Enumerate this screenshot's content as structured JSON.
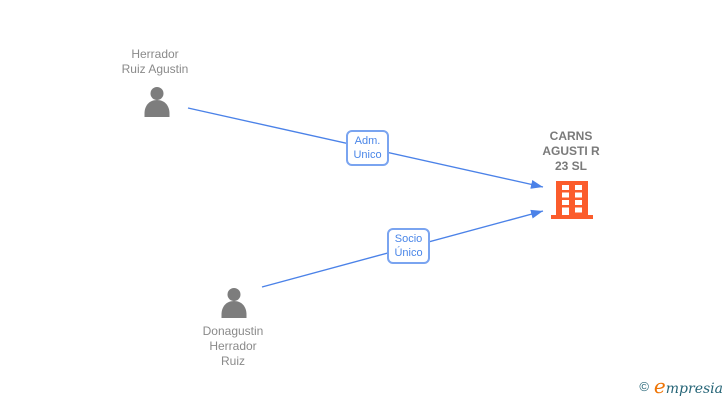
{
  "theme": {
    "background": "#ffffff",
    "edge_blue": "#4b82e8",
    "label_border_blue": "#7aa4f0",
    "label_text_blue": "#4a86e8",
    "person_gray": "#7d7d7d",
    "person_name_gray": "#8a8a8a",
    "company_name_gray": "#7a7a7a",
    "building_orange": "#fb5c2c",
    "logo_teal": "#266577",
    "logo_orange": "#ee7405"
  },
  "diagram": {
    "persons": [
      {
        "id": "person-1",
        "name_lines": [
          "Herrador",
          "Ruiz Agustin"
        ]
      },
      {
        "id": "person-2",
        "name_lines": [
          "Donagustin",
          "Herrador",
          "Ruiz"
        ]
      }
    ],
    "company": {
      "id": "company-1",
      "name_lines": [
        "CARNS",
        "AGUSTI R",
        "23 SL"
      ]
    },
    "edges": [
      {
        "from": "person-1",
        "to": "company-1",
        "label_lines": [
          "Adm.",
          "Unico"
        ]
      },
      {
        "from": "person-2",
        "to": "company-1",
        "label_lines": [
          "Socio",
          "Único"
        ]
      }
    ]
  },
  "footer": {
    "logo": {
      "copyright_symbol": "©",
      "brand_first_letter": "e",
      "brand_rest": "mpresia"
    }
  }
}
